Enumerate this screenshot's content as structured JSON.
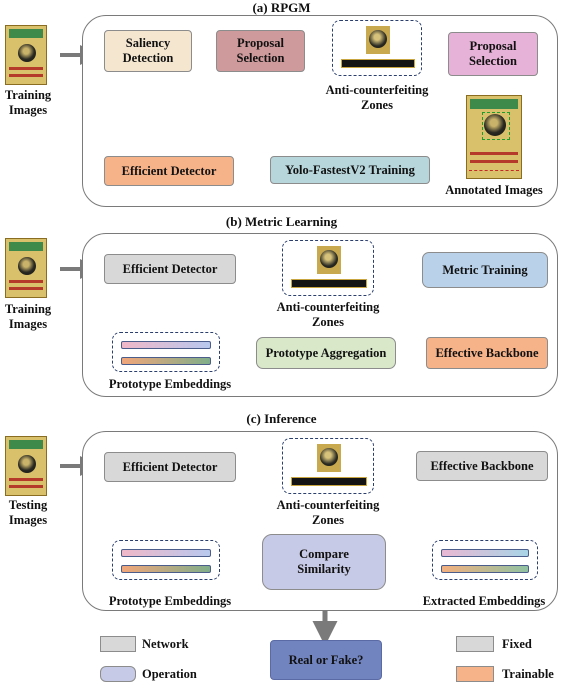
{
  "sections": {
    "rpgm": "(a) RPGM",
    "metric": "(b) Metric Learning",
    "inference": "(c) Inference"
  },
  "inputs": {
    "training": "Training\nImages",
    "testing": "Testing\nImages"
  },
  "a": {
    "saliency": "Saliency\nDetection",
    "proposal1": "Proposal\nSelection",
    "zones": "Anti-counterfeiting\nZones",
    "proposal2": "Proposal\nSelection",
    "annotated": "Annotated Images",
    "training": "Yolo-FastestV2 Training",
    "detector": "Efficient Detector"
  },
  "b": {
    "detector": "Efficient Detector",
    "zones": "Anti-counterfeiting\nZones",
    "metric": "Metric Training",
    "backbone": "Effective Backbone",
    "aggregation": "Prototype Aggregation",
    "embeddings": "Prototype Embeddings"
  },
  "c": {
    "detector": "Efficient Detector",
    "zones": "Anti-counterfeiting\nZones",
    "backbone": "Effective Backbone",
    "compare": "Compare\nSimilarity",
    "proto": "Prototype Embeddings",
    "extracted": "Extracted Embeddings",
    "result": "Real or Fake?"
  },
  "legend": {
    "network": "Network",
    "operation": "Operation",
    "fixed": "Fixed",
    "trainable": "Trainable"
  },
  "colors": {
    "saliency": "#f5e6d0",
    "proposal1": "#cf9a9c",
    "proposal2": "#e7b2d8",
    "training": "#b6d6dc",
    "trainable": "#f6b38a",
    "fixed": "#d8d8d8",
    "metric": "#b9d2ea",
    "aggregation": "#d8e8c9",
    "operation": "#c7cae6",
    "result": "#7284bf"
  }
}
